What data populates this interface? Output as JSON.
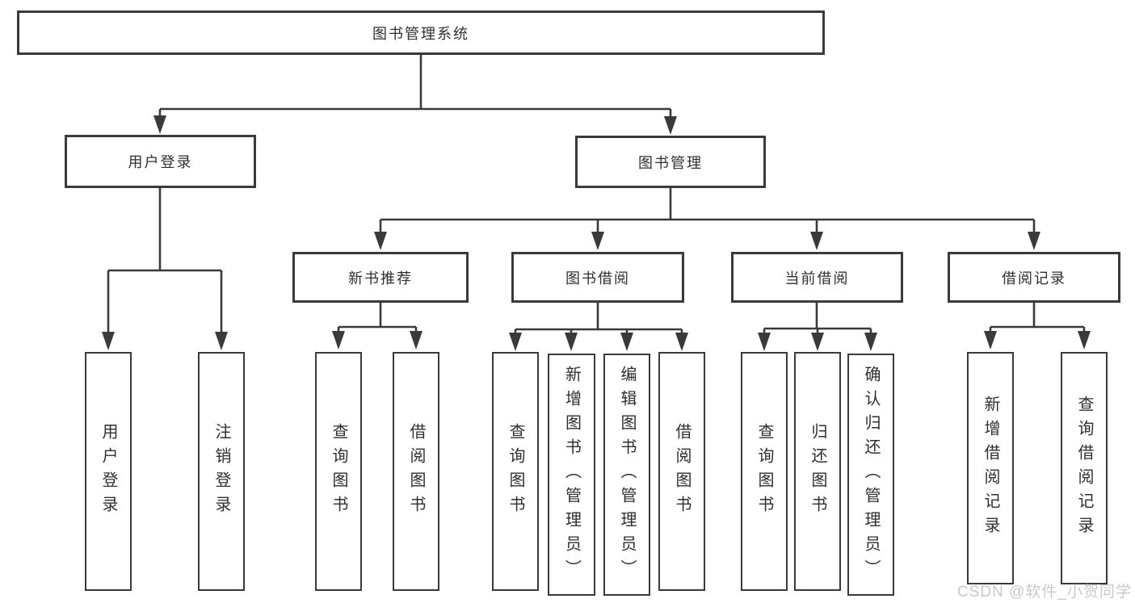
{
  "diagram": {
    "root": {
      "label": "图书管理系统"
    },
    "level2": [
      {
        "label": "用户登录"
      },
      {
        "label": "图书管理"
      }
    ],
    "level3": [
      {
        "label": "新书推荐"
      },
      {
        "label": "图书借阅"
      },
      {
        "label": "当前借阅"
      },
      {
        "label": "借阅记录"
      }
    ],
    "leaves": {
      "login": [
        "用户登录",
        "注销登录"
      ],
      "recommend": [
        "查询图书",
        "借阅图书"
      ],
      "borrow": [
        "查询图书",
        "新增图书（管理员）",
        "编辑图书（管理员）",
        "借阅图书"
      ],
      "current": [
        "查询图书",
        "归还图书",
        "确认归还（管理员）"
      ],
      "records": [
        "新增借阅记录",
        "查询借阅记录"
      ]
    }
  },
  "watermark": {
    "text": "CSDN @软件_小贺同学"
  },
  "colors": {
    "line": "#3a3a3a",
    "text": "#2f2f2f",
    "watermark": "#b9c0c7",
    "background": "#ffffff"
  }
}
